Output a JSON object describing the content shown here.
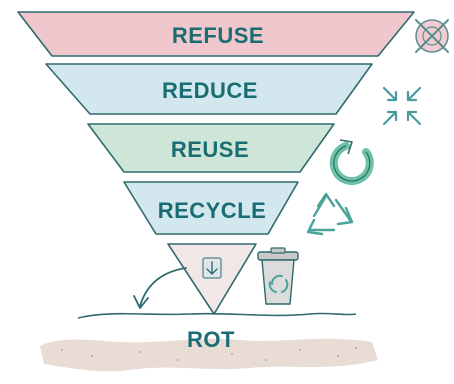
{
  "levels": [
    {
      "label": "REFUSE",
      "color": "#efc7cc",
      "icon": "crossed-out-circle-icon"
    },
    {
      "label": "REDUCE",
      "color": "#d2e7ee",
      "icon": "compress-arrows-icon"
    },
    {
      "label": "REUSE",
      "color": "#cde6d8",
      "icon": "circular-arrow-icon"
    },
    {
      "label": "RECYCLE",
      "color": "#d2e7ee",
      "icon": "recycle-icon"
    },
    {
      "label": "",
      "color": "#f1e7e6",
      "icon": "compost-bin-icon"
    }
  ],
  "bottom": {
    "label": "ROT",
    "icon": "down-arrow-icon"
  },
  "colors": {
    "text": "#1a6e73",
    "outline": "#2f6a6e",
    "soil": "#e8dcd5",
    "iconTeal": "#48a59a"
  }
}
